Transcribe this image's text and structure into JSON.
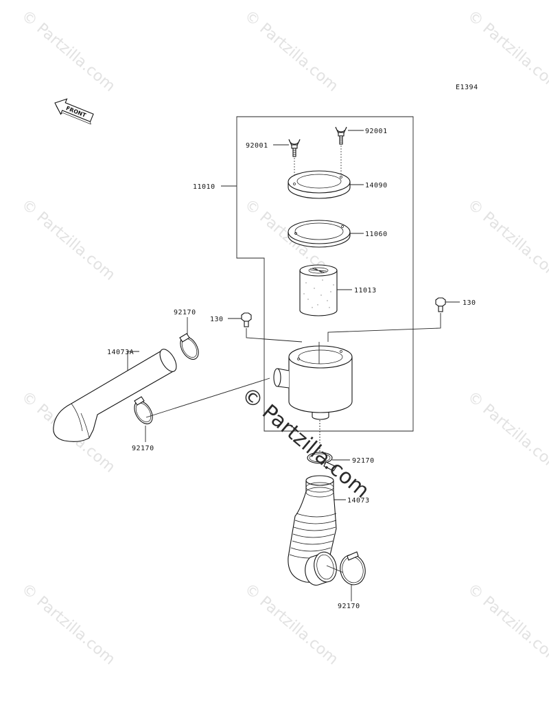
{
  "diagram_code": "E1394",
  "front_label": "FRONT",
  "watermark": "© Partzilla.com",
  "callouts": {
    "c11010": "11010",
    "c92001a": "92001",
    "c92001b": "92001",
    "c14090": "14090",
    "c11060": "11060",
    "c11013": "11013",
    "c130a": "130",
    "c130b": "130",
    "c92170a": "92170",
    "c14073A": "14073A",
    "c92170b": "92170",
    "c92170c": "92170",
    "c14073": "14073",
    "c92170d": "92170"
  }
}
